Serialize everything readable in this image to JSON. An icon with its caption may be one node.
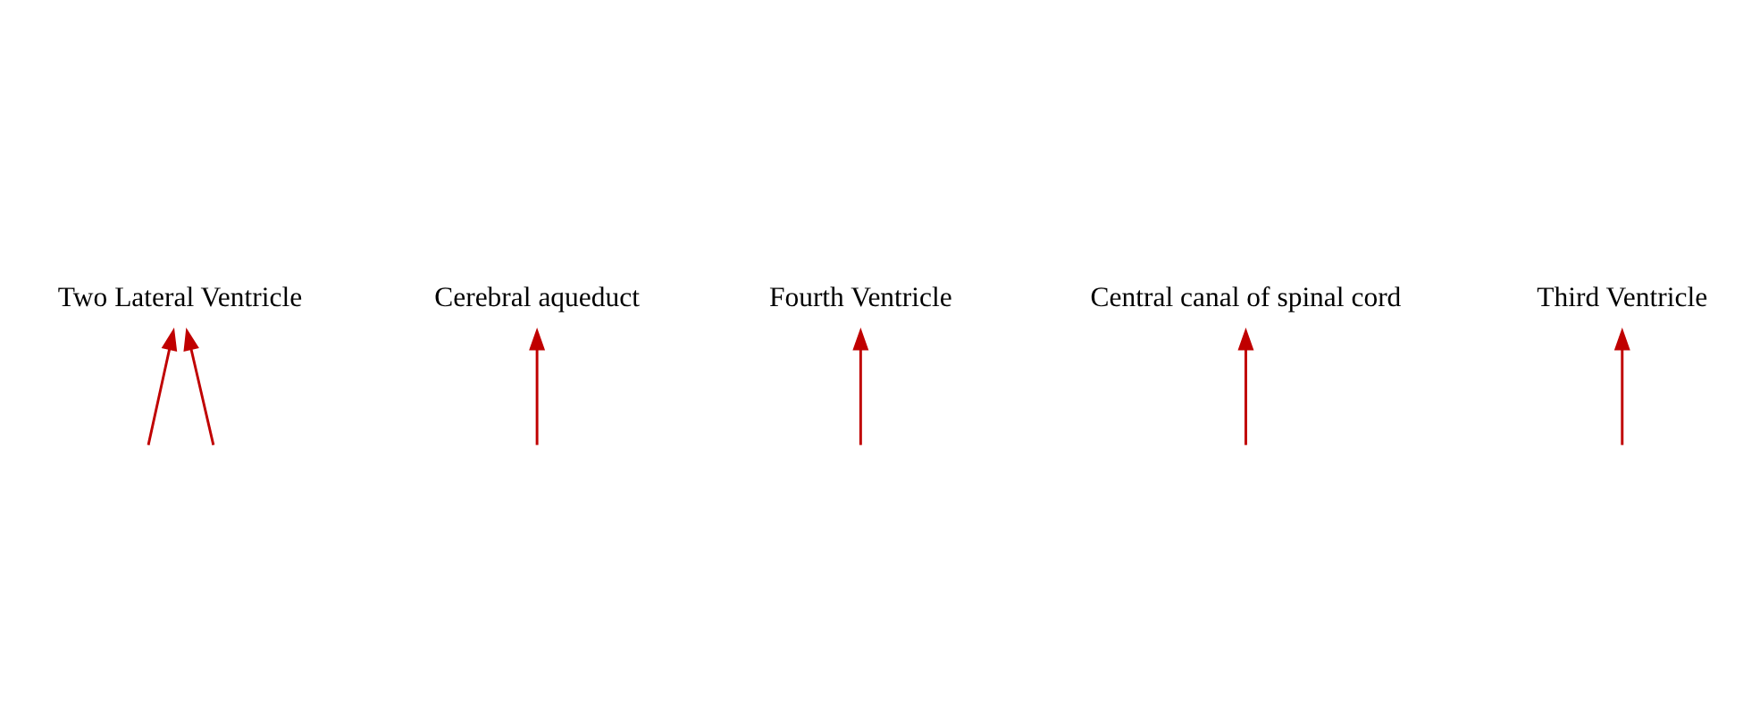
{
  "diagram": {
    "nodes": [
      {
        "text": [
          "Two Lateral Ventricle"
        ]
      },
      {
        "text": [
          "Cerebral aqueduct"
        ]
      },
      {
        "text": [
          "Fourth Ventricle"
        ]
      },
      {
        "text": [
          "Central canal of spinal cord"
        ]
      },
      {
        "text": [
          "Third Ventricle"
        ]
      }
    ],
    "edges": [
      {
        "from": null,
        "to": 0,
        "arrow": "to"
      },
      {
        "from": null,
        "to": 0,
        "arrow": "to"
      },
      {
        "from": null,
        "to": 1,
        "arrow": "to"
      },
      {
        "from": null,
        "to": 2,
        "arrow": "to"
      },
      {
        "from": null,
        "to": 4,
        "arrow": "to"
      },
      {
        "from": null,
        "to": 3,
        "arrow": "to"
      }
    ]
  }
}
